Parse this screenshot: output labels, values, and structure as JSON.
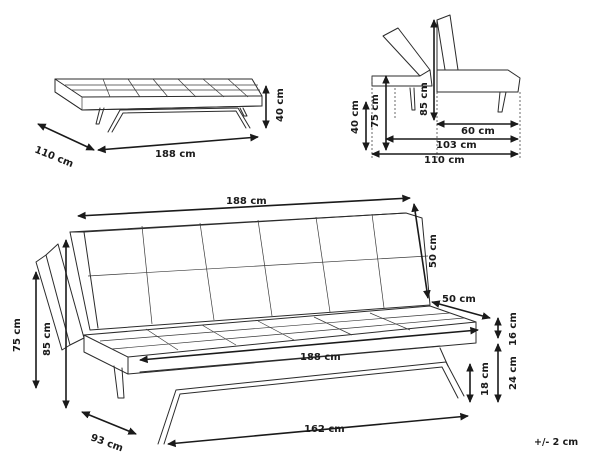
{
  "diagram": {
    "top_left": {
      "depth": "110 cm",
      "width": "188 cm",
      "height": "40 cm"
    },
    "top_right": {
      "height_85": "85 cm",
      "height_75": "75 cm",
      "height_40": "40 cm",
      "depth_60": "60 cm",
      "depth_103": "103 cm",
      "depth_110": "110 cm"
    },
    "main": {
      "top_width": "188 cm",
      "back_height": "50 cm",
      "seat_depth_arm": "50 cm",
      "seat_width": "188 cm",
      "seat_thickness": "16 cm",
      "height_to_seat": "24 cm",
      "leg_height": "18 cm",
      "leg_span": "162 cm",
      "total_height_85": "85 cm",
      "total_height_75": "75 cm",
      "depth": "93 cm"
    },
    "tolerance": "+/- 2 cm"
  }
}
